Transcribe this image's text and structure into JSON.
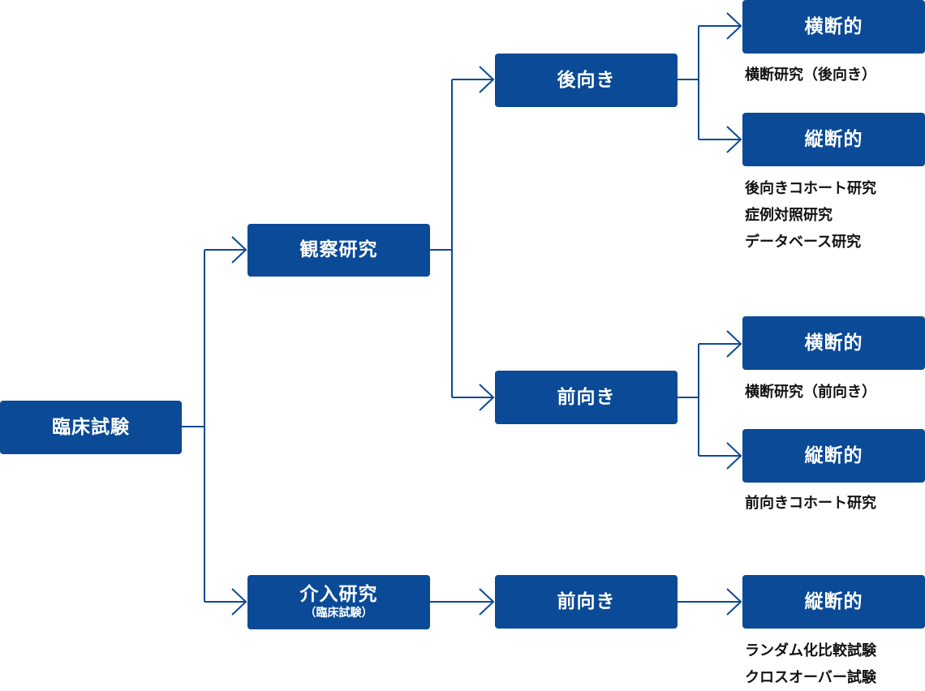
{
  "root": {
    "label": "臨床試験"
  },
  "observational": {
    "label": "観察研究"
  },
  "interventional": {
    "label": "介入研究",
    "sublabel": "（臨床試験）"
  },
  "retrospective": {
    "label": "後向き"
  },
  "prospective": {
    "label": "前向き"
  },
  "intervention_prospective": {
    "label": "前向き"
  },
  "retro_cross": {
    "label": "横断的",
    "desc": [
      "横断研究（後向き）"
    ]
  },
  "retro_longi": {
    "label": "縦断的",
    "desc": [
      "後向きコホート研究",
      "症例対照研究",
      "データベース研究"
    ]
  },
  "pro_cross": {
    "label": "横断的",
    "desc": [
      "横断研究（前向き）"
    ]
  },
  "pro_longi": {
    "label": "縦断的",
    "desc": [
      "前向きコホート研究"
    ]
  },
  "int_longi": {
    "label": "縦断的",
    "desc": [
      "ランダム化比較試験",
      "クロスオーバー試験"
    ]
  },
  "colors": {
    "node_fill": "#0a4a96",
    "node_text": "#ffffff",
    "connector": "#0a4a96",
    "desc_text": "#111111"
  }
}
